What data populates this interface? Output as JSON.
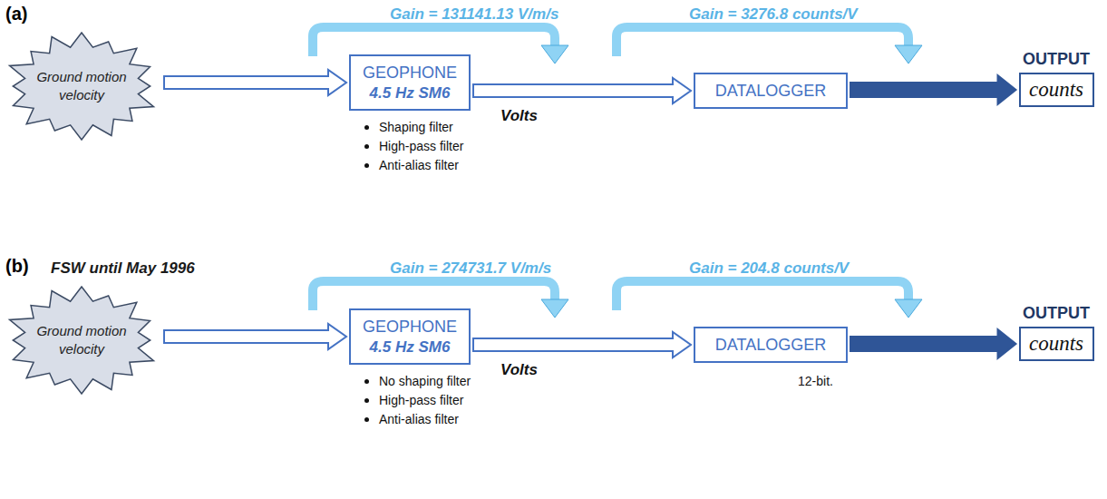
{
  "diagram": {
    "nodes": [
      {
        "text": [
          "Ground motion velocity"
        ]
      },
      {
        "text": [
          "GEOPHONE",
          "4.5 Hz SM6"
        ]
      },
      {
        "text": [
          "DATALOGGER"
        ]
      },
      {
        "text": [
          "OUTPUT",
          "counts"
        ]
      },
      {
        "text": [
          "Ground motion velocity"
        ]
      },
      {
        "text": [
          "GEOPHONE",
          "4.5 Hz SM6"
        ]
      },
      {
        "text": [
          "DATALOGGER"
        ]
      },
      {
        "text": [
          "OUTPUT",
          "counts"
        ]
      }
    ],
    "edges": [
      {
        "from": 0,
        "to": 1,
        "arrow": "to"
      },
      {
        "from": 1,
        "to": 2,
        "label": "Volts",
        "arrow": "to"
      },
      {
        "from": 2,
        "to": 3,
        "arrow": "to"
      },
      {
        "from": 4,
        "to": 5,
        "arrow": "to"
      },
      {
        "from": 5,
        "to": 6,
        "label": "Volts",
        "arrow": "to"
      },
      {
        "from": 6,
        "to": 7,
        "arrow": "to"
      }
    ],
    "labels": [
      "(a)",
      "Gain = 131141.13 V/m/s",
      "Gain = 3276.8 counts/V",
      "Shaping filter",
      "High-pass filter",
      "Anti-alias filter",
      "(b)",
      "FSW until May 1996",
      "Gain = 274731.7 V/m/s",
      "Gain = 204.8 counts/V",
      "No shaping filter",
      "High-pass filter",
      "Anti-alias filter",
      "12-bit."
    ]
  }
}
